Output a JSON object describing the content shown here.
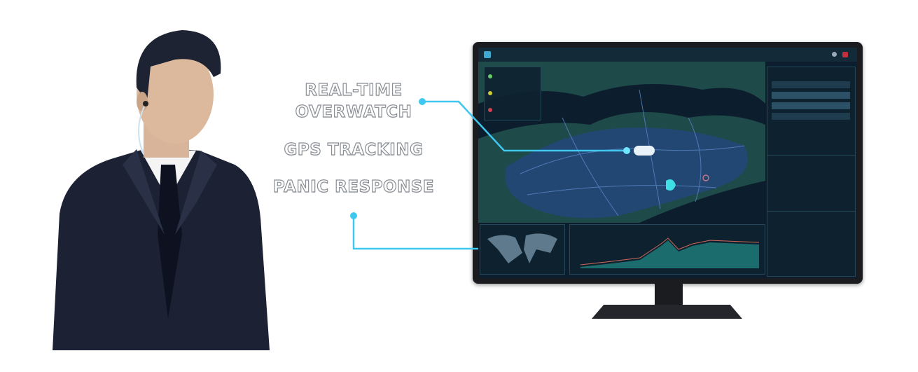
{
  "features": {
    "line1": "REAL-TIME",
    "line2": "OVERWATCH",
    "gps": "GPS TRACKING",
    "panic": "PANIC RESPONSE"
  },
  "colors": {
    "accent": "#3ec8f0",
    "screen_bg": "#0f2230",
    "map_land": "#1f4a4a",
    "map_water": "#0c1d2e",
    "road": "#5a86c8"
  }
}
